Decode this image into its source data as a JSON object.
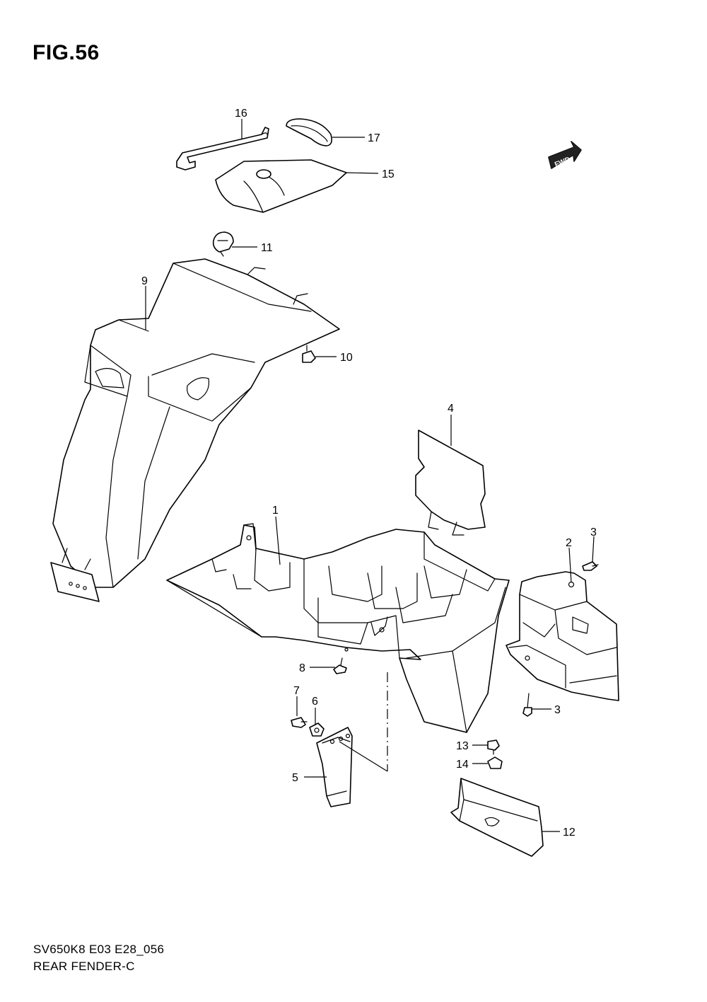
{
  "figure": {
    "title": "FIG.56",
    "model_code": "SV650K8 E03 E28_056",
    "section_name": "REAR FENDER-C"
  },
  "fwd_badge": {
    "label": "FWD"
  },
  "callouts": [
    {
      "id": "c1",
      "label": "1"
    },
    {
      "id": "c2",
      "label": "2"
    },
    {
      "id": "c3a",
      "label": "3"
    },
    {
      "id": "c3b",
      "label": "3"
    },
    {
      "id": "c4",
      "label": "4"
    },
    {
      "id": "c5",
      "label": "5"
    },
    {
      "id": "c6",
      "label": "6"
    },
    {
      "id": "c7",
      "label": "7"
    },
    {
      "id": "c8",
      "label": "8"
    },
    {
      "id": "c9",
      "label": "9"
    },
    {
      "id": "c10",
      "label": "10"
    },
    {
      "id": "c11",
      "label": "11"
    },
    {
      "id": "c12",
      "label": "12"
    },
    {
      "id": "c13",
      "label": "13"
    },
    {
      "id": "c14",
      "label": "14"
    },
    {
      "id": "c15",
      "label": "15"
    },
    {
      "id": "c16",
      "label": "16"
    },
    {
      "id": "c17",
      "label": "17"
    }
  ]
}
